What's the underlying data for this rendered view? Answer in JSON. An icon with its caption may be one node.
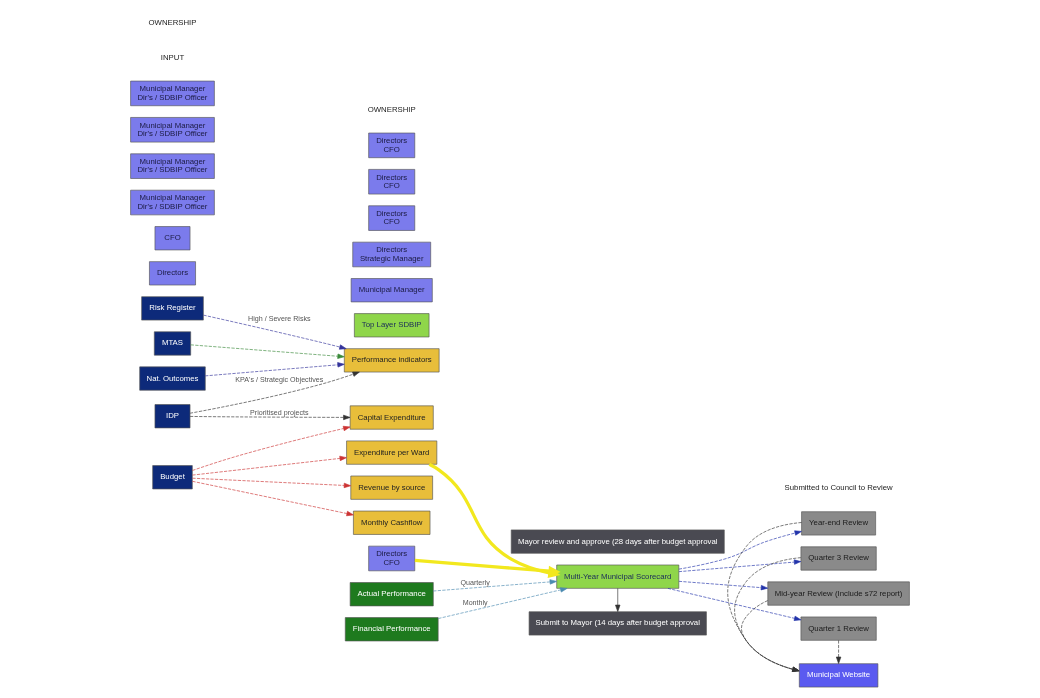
{
  "diagram": {
    "nodes": [
      {
        "text": [
          "IDP"
        ]
      },
      {
        "text": [
          "Budget"
        ]
      },
      {
        "text": [
          "MTAS"
        ]
      },
      {
        "text": [
          "Nat. Outcomes"
        ]
      },
      {
        "text": [
          "Risk Register"
        ]
      },
      {
        "text": [
          "Top Layer SDBIP"
        ]
      },
      {
        "text": [
          "Municipal Manager"
        ]
      },
      {
        "text": [
          "Performance indicators"
        ]
      },
      {
        "text": [
          "Directors",
          "Strategic Manager"
        ]
      },
      {
        "text": [
          "Capital Expenditure"
        ]
      },
      {
        "text": [
          "Directors",
          "CFO"
        ]
      },
      {
        "text": [
          "Revenue by source"
        ]
      },
      {
        "text": [
          "Directors",
          "CFO"
        ]
      },
      {
        "text": [
          "Monthly Cashflow"
        ]
      },
      {
        "text": [
          "Directors",
          "CFO"
        ]
      },
      {
        "text": [
          "Expenditure per Ward"
        ]
      },
      {
        "text": [
          "Directors",
          "CFO"
        ]
      },
      {
        "text": [
          "Directors"
        ]
      },
      {
        "text": [
          "Actual Performance"
        ]
      },
      {
        "text": [
          "CFO"
        ]
      },
      {
        "text": [
          "Financial Performance"
        ]
      },
      {
        "text": [
          "Multi-Year Municipal Scorecard"
        ]
      },
      {
        "text": [
          "Submit to Mayor (14 days after budget approval"
        ]
      },
      {
        "text": [
          "Mayor review and approve (28 days after budget approval"
        ]
      },
      {
        "text": [
          "Municipal Website"
        ]
      },
      {
        "text": [
          "Year-end Review"
        ]
      },
      {
        "text": [
          "Municipal Manager",
          "Dir's / SDBIP Officer"
        ]
      },
      {
        "text": [
          "Quarter 3 Review"
        ]
      },
      {
        "text": [
          "Municipal Manager",
          "Dir's / SDBIP Officer"
        ]
      },
      {
        "text": [
          "Mid-year Review (Include s72 report)"
        ]
      },
      {
        "text": [
          "Municipal Manager",
          "Dir's / SDBIP Officer"
        ]
      },
      {
        "text": [
          "Quarter 1 Review"
        ]
      },
      {
        "text": [
          "Municipal Manager",
          "Dir's / SDBIP Officer"
        ]
      }
    ],
    "edges": [
      {
        "from": 0,
        "to": 7,
        "arrow": "to",
        "label": "KPA's / Strategic Objectives",
        "style": "dashed"
      },
      {
        "from": 0,
        "to": 9,
        "arrow": "to",
        "label": "Prioritised projects",
        "style": "dashed"
      },
      {
        "from": 1,
        "to": 9,
        "arrow": "to",
        "style": "dashed",
        "color": "#cc3333"
      },
      {
        "from": 1,
        "to": 11,
        "arrow": "to",
        "style": "dashed",
        "color": "#cc3333"
      },
      {
        "from": 1,
        "to": 13,
        "arrow": "to",
        "style": "dashed",
        "color": "#cc3333"
      },
      {
        "from": 1,
        "to": 15,
        "arrow": "to",
        "style": "dashed",
        "color": "#cc3333"
      },
      {
        "from": 2,
        "to": 7,
        "arrow": "to",
        "style": "dashed",
        "color": "#3a8a3a"
      },
      {
        "from": 3,
        "to": 7,
        "arrow": "to",
        "style": "dashed",
        "color": "#33339a"
      },
      {
        "from": 4,
        "to": 7,
        "arrow": "to",
        "label": "High / Severe Risks",
        "style": "dashed",
        "color": "#33339a"
      },
      {
        "from": 15,
        "to": 21,
        "arrow": "to",
        "style": "thick",
        "color": "#f2e81e"
      },
      {
        "from": 16,
        "to": 21,
        "arrow": "to",
        "style": "thick",
        "color": "#f2e81e"
      },
      {
        "from": 18,
        "to": 21,
        "arrow": "to",
        "label": "Quarterly",
        "style": "dashed",
        "color": "#4a8ab0"
      },
      {
        "from": 20,
        "to": 21,
        "arrow": "to",
        "label": "Monthly",
        "style": "dashed",
        "color": "#4a8ab0"
      },
      {
        "from": 21,
        "to": 22,
        "arrow": "to"
      },
      {
        "from": 21,
        "to": 25,
        "arrow": "to",
        "style": "dashed",
        "color": "#2233aa"
      },
      {
        "from": 21,
        "to": 27,
        "arrow": "to",
        "style": "dashed",
        "color": "#2233aa"
      },
      {
        "from": 21,
        "to": 29,
        "arrow": "to",
        "style": "dashed",
        "color": "#2233aa"
      },
      {
        "from": 21,
        "to": 31,
        "arrow": "to",
        "style": "dashed",
        "color": "#2233aa"
      },
      {
        "from": 25,
        "to": 24,
        "arrow": "to",
        "style": "dashed"
      },
      {
        "from": 27,
        "to": 24,
        "arrow": "to",
        "style": "dashed"
      },
      {
        "from": 29,
        "to": 24,
        "arrow": "to",
        "style": "dashed"
      },
      {
        "from": 31,
        "to": 24,
        "arrow": "to",
        "style": "dashed"
      }
    ],
    "labels": [
      "INPUT",
      "OWNERSHIP",
      "Submitted to Council to Review",
      "OWNERSHIP"
    ]
  }
}
